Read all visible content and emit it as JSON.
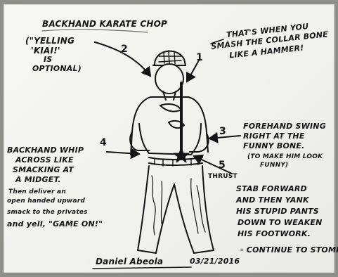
{
  "title": "BACKHAND KARATE CHOP",
  "yelling_note": [
    "(\"YELLING",
    "'KIAI!'",
    "IS",
    "OPTIONAL)"
  ],
  "callouts": {
    "one": {
      "number": "1",
      "lines": [
        "THAT'S WHEN YOU",
        "SMASH THE COLLAR BONE",
        "LIKE A HAMMER!"
      ]
    },
    "two": {
      "number": "2"
    },
    "three": {
      "number": "3",
      "lines": [
        "FOREHAND SWING",
        "RIGHT AT THE",
        "FUNNY BONE.",
        "(TO MAKE HIM LOOK",
        "FUNNY)"
      ]
    },
    "four": {
      "number": "4",
      "lines": [
        "BACKHAND WHIP",
        "ACROSS LIKE",
        "SMACKING AT",
        "A MIDGET.",
        "Then deliver an",
        "open handed upward",
        "smack to the privates",
        "and yell, \"GAME ON!\""
      ]
    },
    "five": {
      "number": "5",
      "label": "THRUST",
      "lines": [
        "STAB FORWARD",
        "AND THEN YANK",
        "HIS STUPID PANTS",
        "DOWN TO WEAKEN",
        "HIS FOOTWORK."
      ]
    }
  },
  "closing": "- CONTINUE TO STOMP...",
  "signature": "Daniel Abeola",
  "date": "03/21/2016",
  "colors": {
    "ink": "#141414",
    "board": "#f4f4f1",
    "frame": "#8e8e8a"
  }
}
